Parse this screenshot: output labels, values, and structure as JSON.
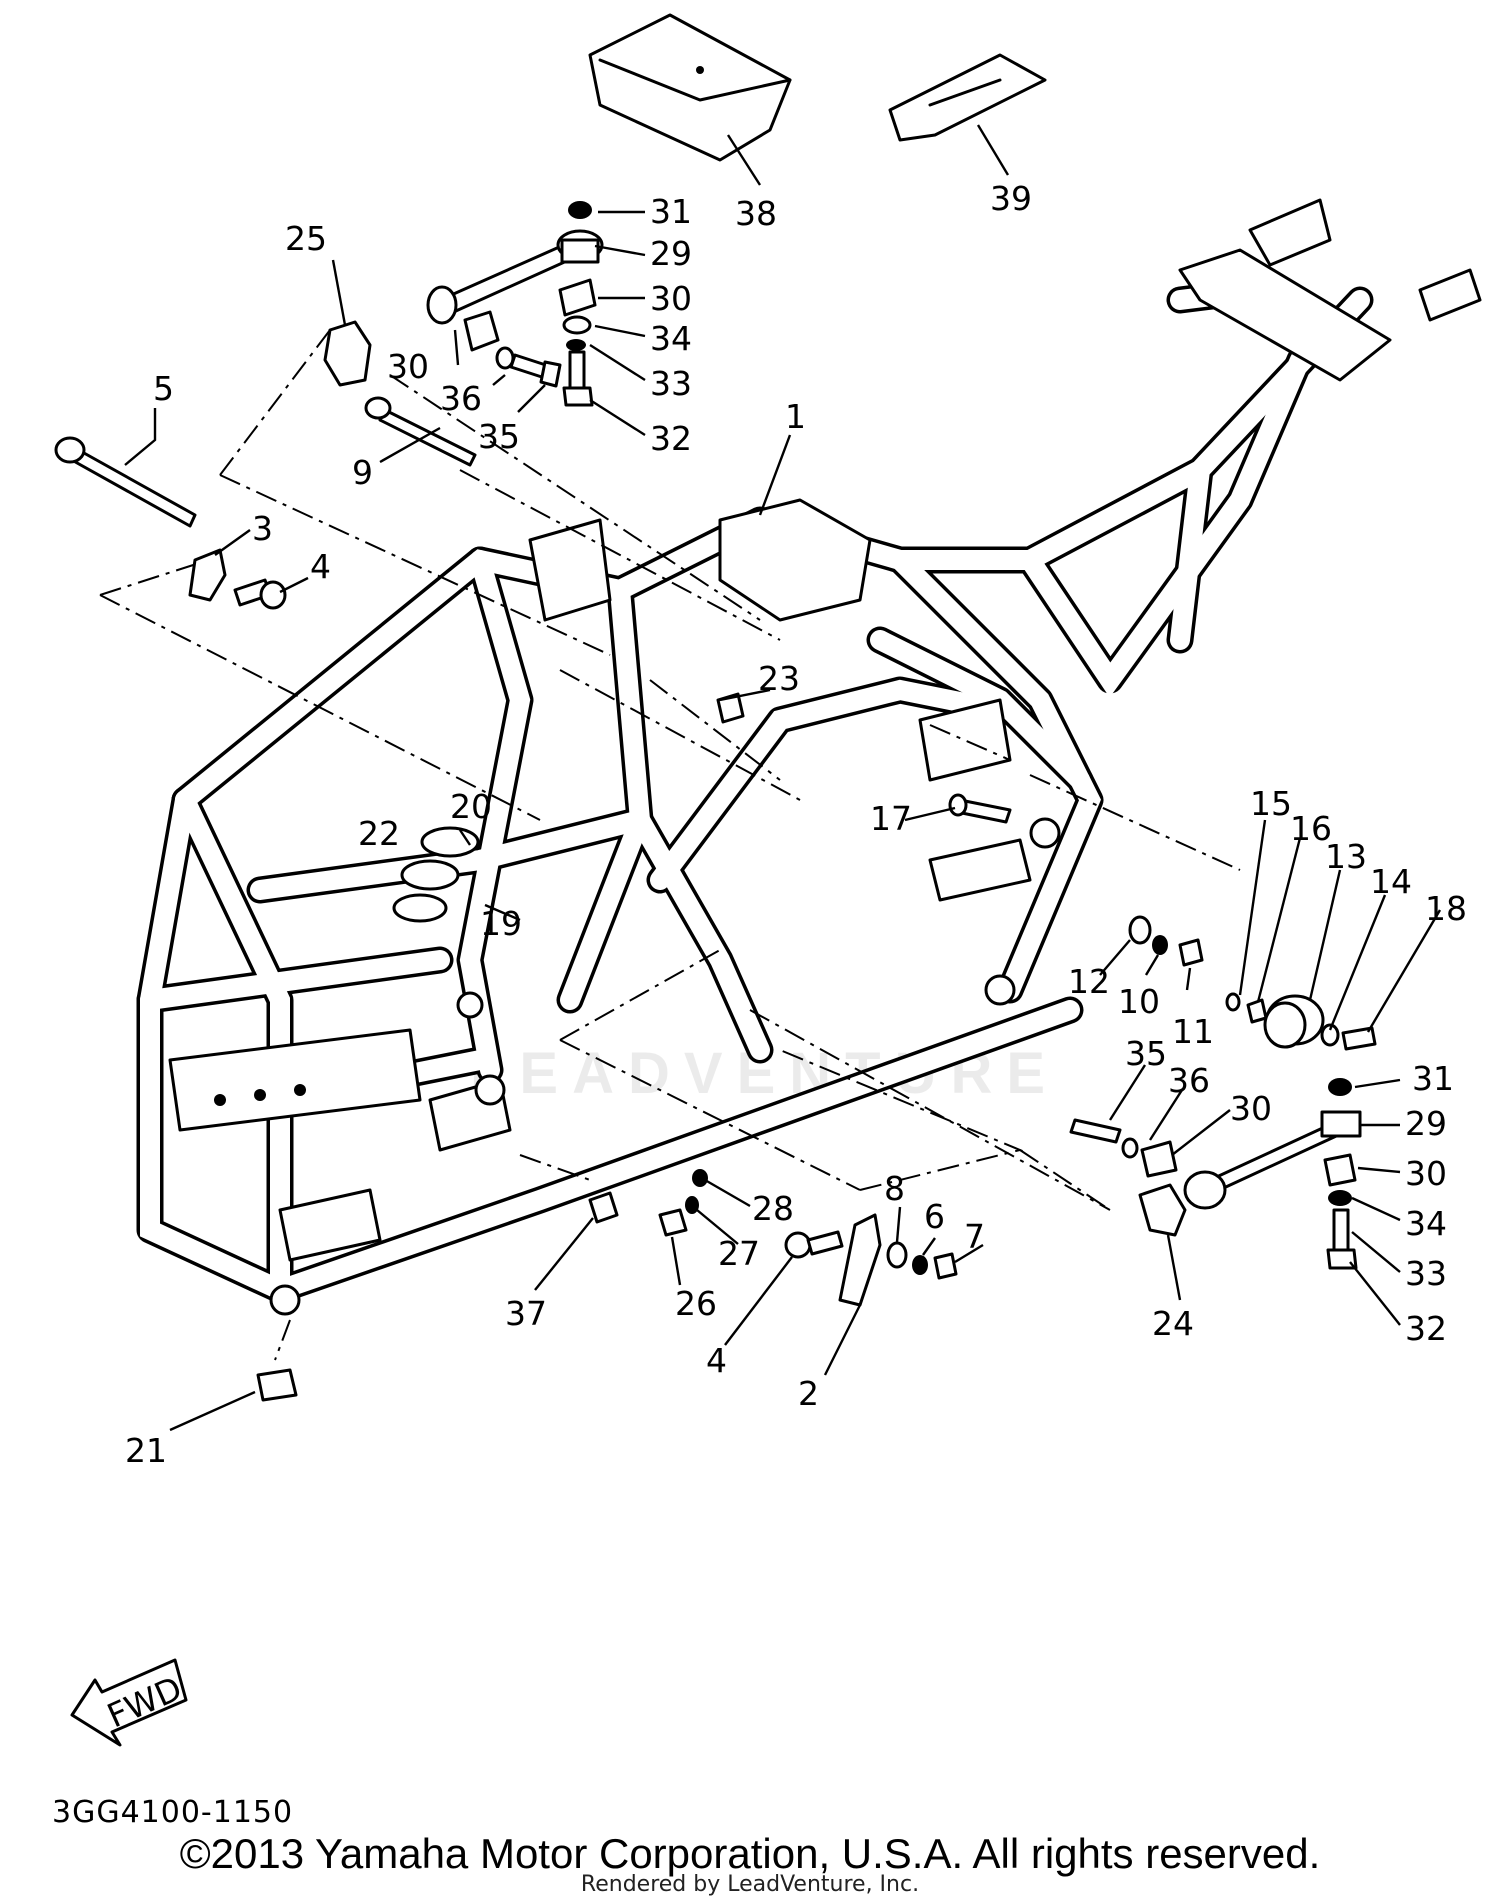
{
  "diagram": {
    "callouts": [
      "1",
      "2",
      "3",
      "4",
      "5",
      "6",
      "7",
      "8",
      "9",
      "10",
      "11",
      "12",
      "13",
      "14",
      "15",
      "16",
      "17",
      "18",
      "19",
      "20",
      "21",
      "22",
      "23",
      "24",
      "25",
      "26",
      "27",
      "28",
      "29",
      "30",
      "31",
      "32",
      "33",
      "34",
      "35",
      "36",
      "37",
      "38",
      "39"
    ],
    "fwd_label": "FWD",
    "watermark": "LEADVENTURE"
  },
  "footer": {
    "doc_code": "3GG4100-1150",
    "copyright": "©2013 Yamaha Motor Corporation, U.S.A. All rights reserved.",
    "rendered_by": "Rendered by LeadVenture, Inc."
  }
}
